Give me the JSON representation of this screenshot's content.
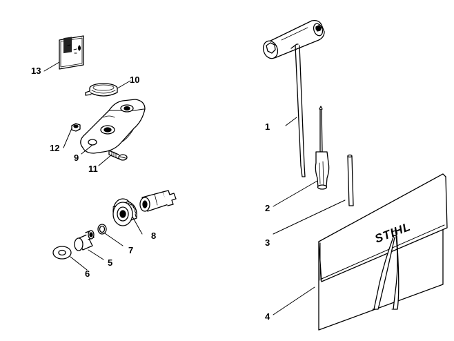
{
  "callouts": {
    "n1": "1",
    "n2": "2",
    "n3": "3",
    "n4": "4",
    "n5": "5",
    "n6": "6",
    "n7": "7",
    "n8": "8",
    "n9": "9",
    "n10": "10",
    "n11": "11",
    "n12": "12",
    "n13": "13"
  },
  "pouch": {
    "brand": "STIHL"
  },
  "colors": {
    "ink": "#000000",
    "paper": "#ffffff",
    "shade": "#555555"
  }
}
